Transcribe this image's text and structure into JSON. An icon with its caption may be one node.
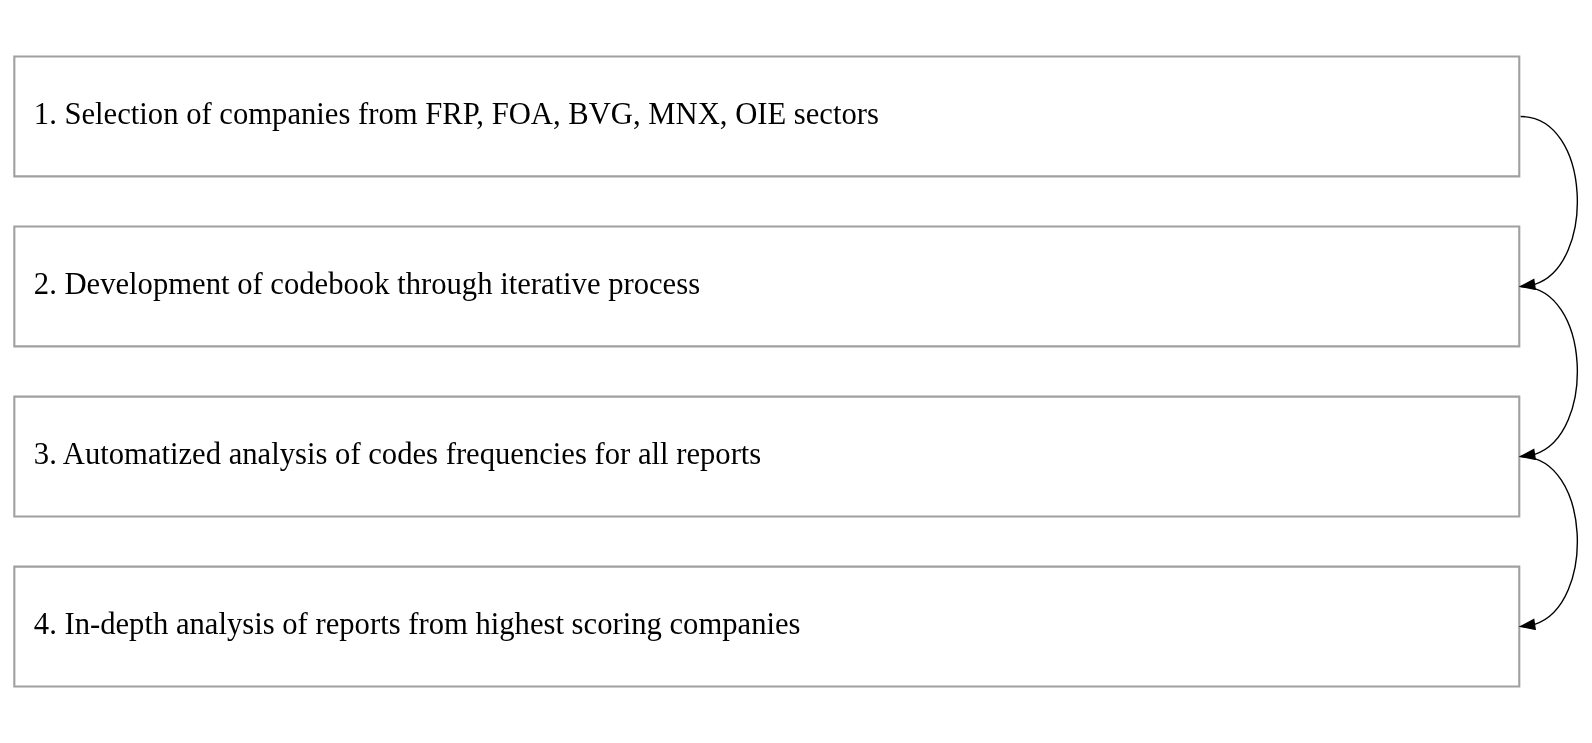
{
  "diagram": {
    "nodes": [
      {
        "text": [
          "1. Selection of companies from FRP, FOA, BVG, MNX, OIE sectors"
        ]
      },
      {
        "text": [
          "2. Development of codebook through iterative process"
        ]
      },
      {
        "text": [
          "3. Automatized analysis of codes frequencies for all reports"
        ]
      },
      {
        "text": [
          "4. In-depth analysis of reports from highest scoring companies"
        ]
      }
    ],
    "edges": [
      {
        "from": 0,
        "to": 1,
        "arrow": "to"
      },
      {
        "from": 1,
        "to": 2,
        "arrow": "to"
      },
      {
        "from": 2,
        "to": 3,
        "arrow": "to"
      }
    ]
  }
}
